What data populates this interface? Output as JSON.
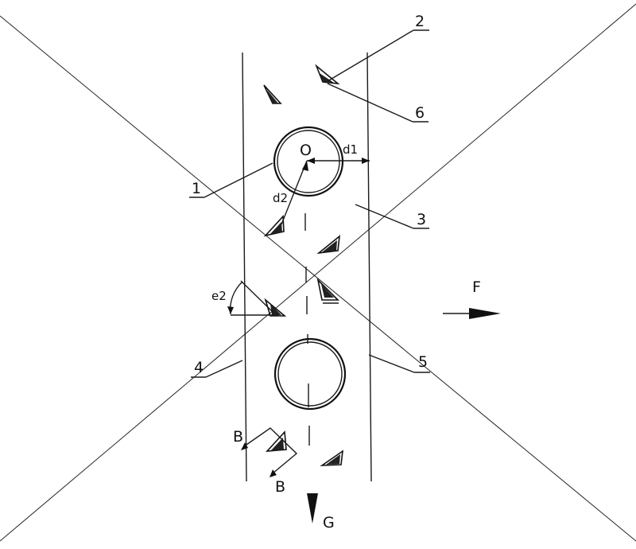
{
  "diagram": {
    "labels": {
      "part_1": "1",
      "part_2": "2",
      "part_3": "3",
      "part_4": "4",
      "part_5": "5",
      "part_6": "6",
      "center_O": "O",
      "dim_d1": "d1",
      "dim_d2": "d2",
      "angle_e2": "e2",
      "force_F": "F",
      "gravity_G": "G",
      "section_B_top": "B",
      "section_B_bottom": "B"
    }
  }
}
